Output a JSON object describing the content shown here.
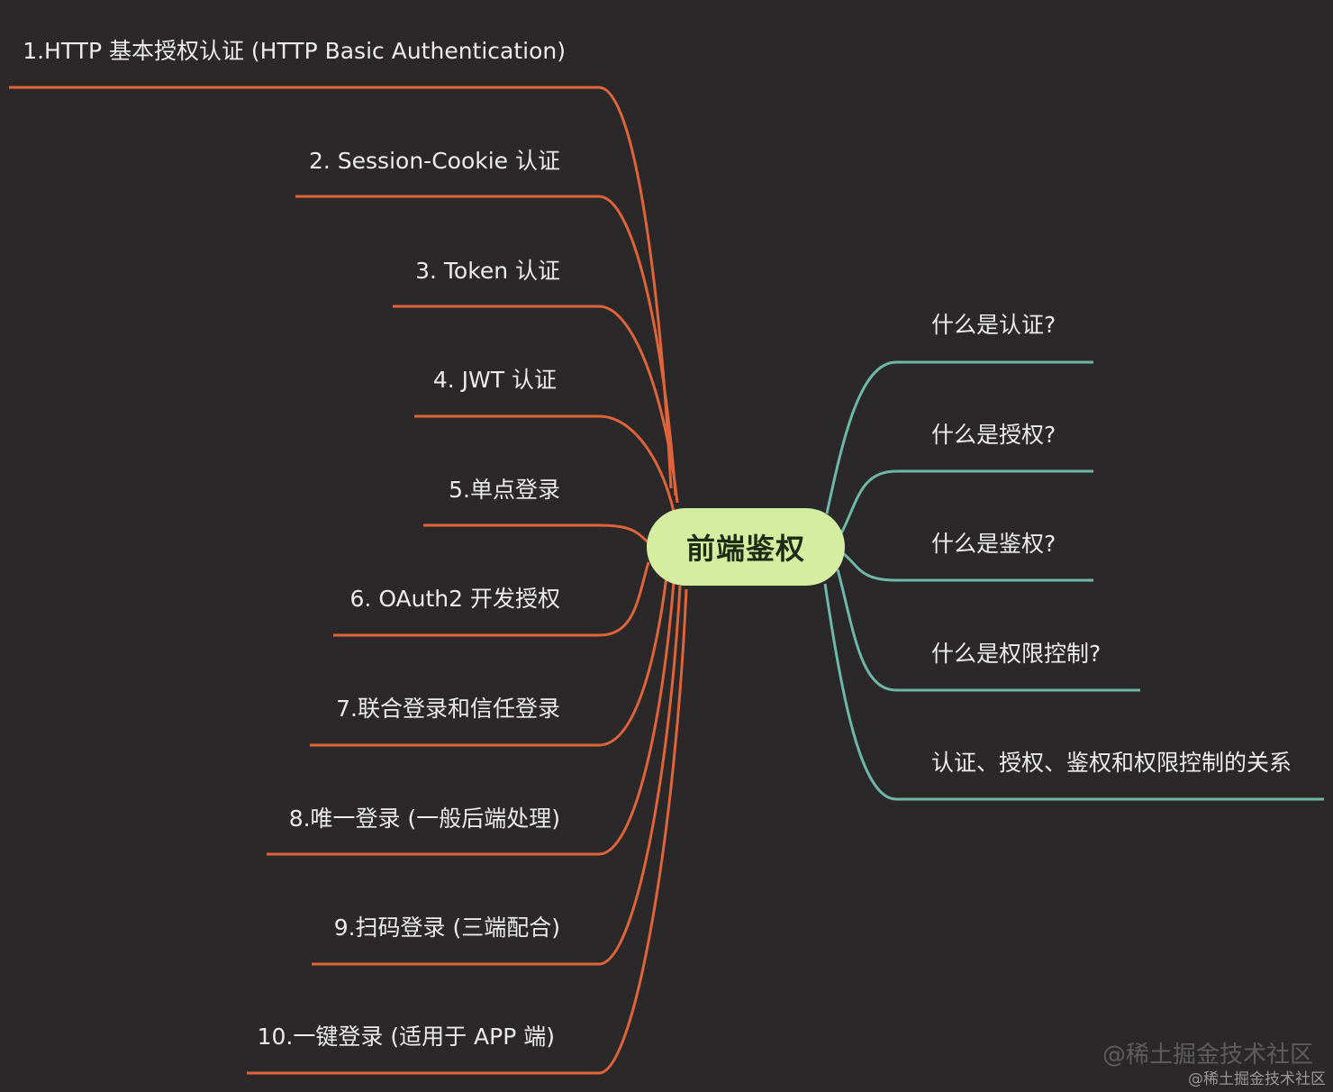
{
  "mindmap": {
    "center": "前端鉴权",
    "left_branches": [
      "1.HTTP 基本授权认证 (HTTP Basic Authentication)",
      "2. Session-Cookie 认证",
      "3. Token 认证",
      "4. JWT 认证",
      "5.单点登录",
      "6. OAuth2 开发授权",
      "7.联合登录和信任登录",
      "8.唯一登录 (一般后端处理)",
      "9.扫码登录 (三端配合)",
      "10.一键登录 (适用于 APP 端)"
    ],
    "right_branches": [
      "什么是认证?",
      "什么是授权?",
      "什么是鉴权?",
      "什么是权限控制?",
      "认证、授权、鉴权和权限控制的关系"
    ]
  },
  "watermark": {
    "big": "@稀土掘金技术社区",
    "small": "@稀土掘金技术社区"
  },
  "colors": {
    "background": "#2a2829",
    "left_link": "#e0643a",
    "right_link": "#6fb8a8",
    "center_fill": "#d4eda0",
    "text": "#ececec"
  }
}
